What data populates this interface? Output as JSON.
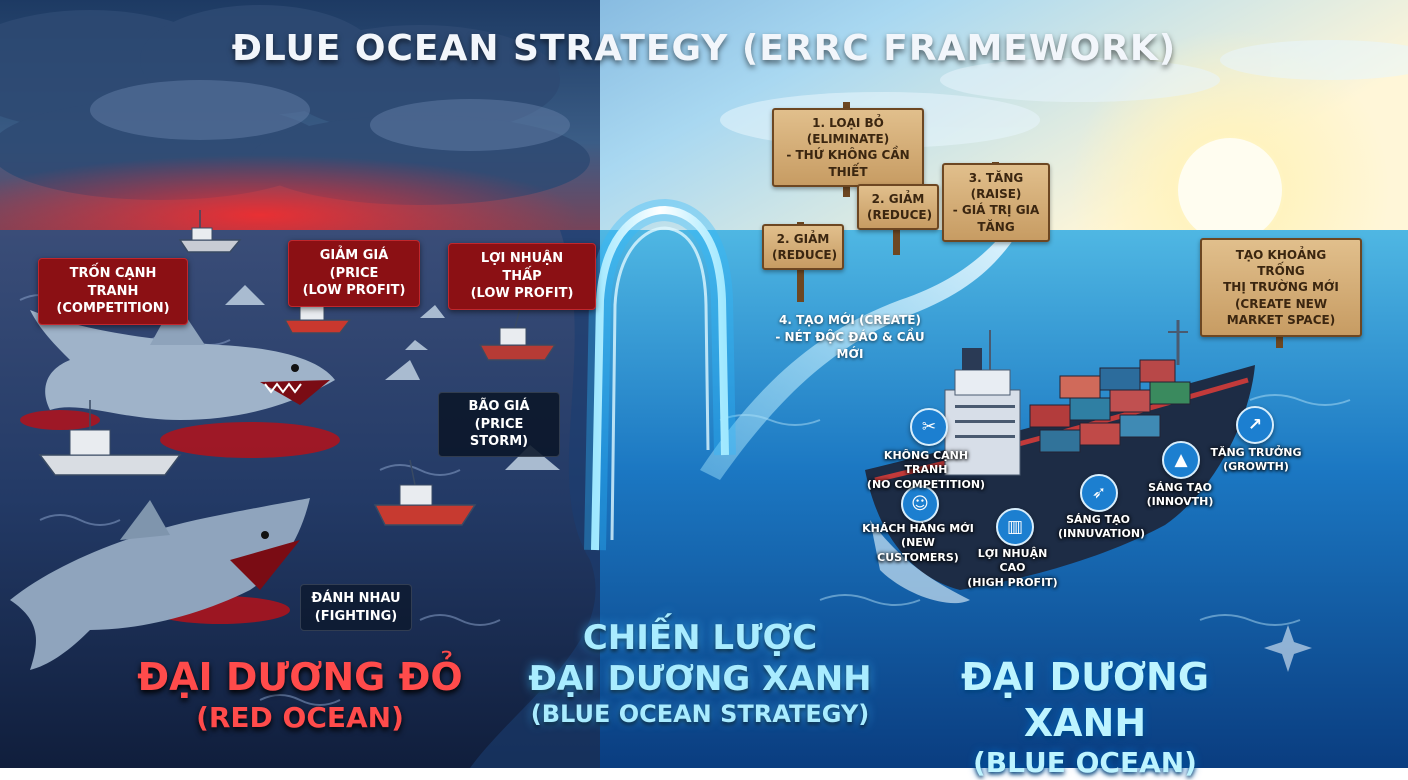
{
  "title": "ĐLUE OCEAN STRATEGY (ERRC FRAMEWORK)",
  "red_ocean": {
    "labels": [
      "TRỐN CẠNH TRANH\n(COMPETITION)",
      "GIẢM GIÁ (PRICE\n(LOW PROFIT)",
      "LỢI NHUẬN THẤP\n(LOW PROFIT)",
      "BÃO GIÁ\n(PRICE STORM)",
      "ĐÁNH NHAU\n(FIGHTING)"
    ],
    "title": "ĐẠI DƯƠNG ĐỎ",
    "subtitle": "(RED OCEAN)"
  },
  "strategy": {
    "signs": [
      "1. LOẠI BỎ (ELIMINATE)\n- THỨ KHÔNG CẦN THIẾT",
      "2. GIẢM\n(REDUCE)",
      "3. TĂNG (RAISE)\n- GIÁ TRỊ GIA TĂNG",
      "2. GIẢM\n(REDUCE)"
    ],
    "create": "4. TẠO MỚI (CREATE)\n- NÉT ĐỘC ĐÁO & CẦU MỚI",
    "title": "CHIẾN LƯỢC\nĐẠI DƯƠNG XANH",
    "subtitle": "(BLUE OCEAN STRATEGY)"
  },
  "blue_ocean": {
    "market_sign": "TẠO KHOẢNG TRỐNG\nTHỊ TRƯỜNG MỚI\n(CREATE NEW MARKET SPACE)",
    "ship_labels": [
      "KHÔNG CẠNH TRANH\n(NO COMPETITION)",
      "KHÁCH HÀNG MỚI\n(NEW CUSTOMERS)",
      "LỢI NHUẬN CAO\n(HIGH PROFIT)",
      "SÁNG TẠO\n(INNUVATION)",
      "SÁNG TẠO\n(INNOVTH)",
      "TĂNG TRƯỞNG\n(GROWTH)"
    ],
    "ship_icons": [
      "tools-icon",
      "people-icon",
      "bar-chart-icon",
      "rocket-icon",
      "rising-chart-icon",
      "growth-arrow-icon"
    ],
    "title": "ĐẠI DƯƠNG XANH",
    "subtitle": "(BLUE OCEAN)"
  },
  "colors": {
    "red_accent": "#d9252b",
    "red_title": "#ff4b4b",
    "blue_title": "#bdf4ff",
    "sign_wood": "#d2ad76",
    "deep_blue": "#0b3d77"
  }
}
